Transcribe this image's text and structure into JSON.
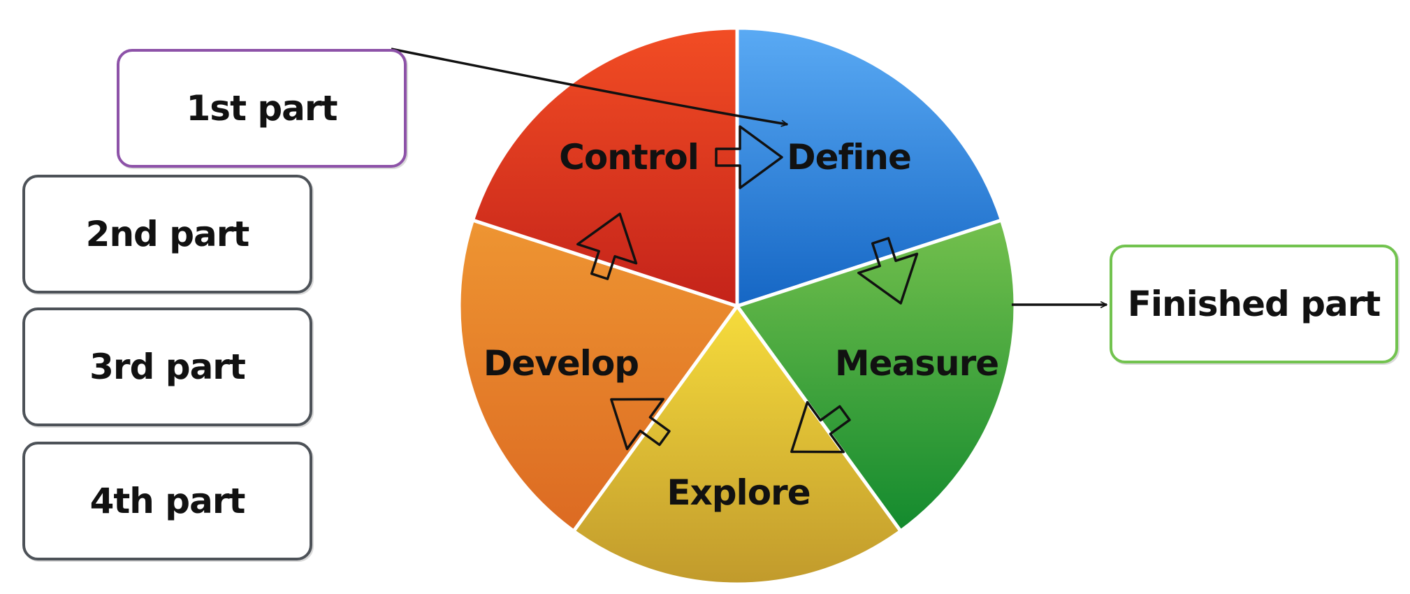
{
  "diagram": {
    "segments": [
      {
        "label": "Define",
        "color_light": "#5aaaf4",
        "color_dark": "#1566c4"
      },
      {
        "label": "Measure",
        "color_light": "#74c04d",
        "color_dark": "#138a2e"
      },
      {
        "label": "Explore",
        "color_light": "#f6dc3c",
        "color_dark": "#c19a2c"
      },
      {
        "label": "Develop",
        "color_light": "#ee9532",
        "color_dark": "#dc6a22"
      },
      {
        "label": "Control",
        "color_light": "#f24d24",
        "color_dark": "#c4231a"
      }
    ],
    "parts": [
      {
        "label": "1st part",
        "border_color": "#8d52a8"
      },
      {
        "label": "2nd part",
        "border_color": "#4d5258"
      },
      {
        "label": "3rd part",
        "border_color": "#4d5258"
      },
      {
        "label": "4th part",
        "border_color": "#4d5258"
      }
    ],
    "finished": {
      "label": "Finished part",
      "border_color": "#72c34f"
    }
  }
}
